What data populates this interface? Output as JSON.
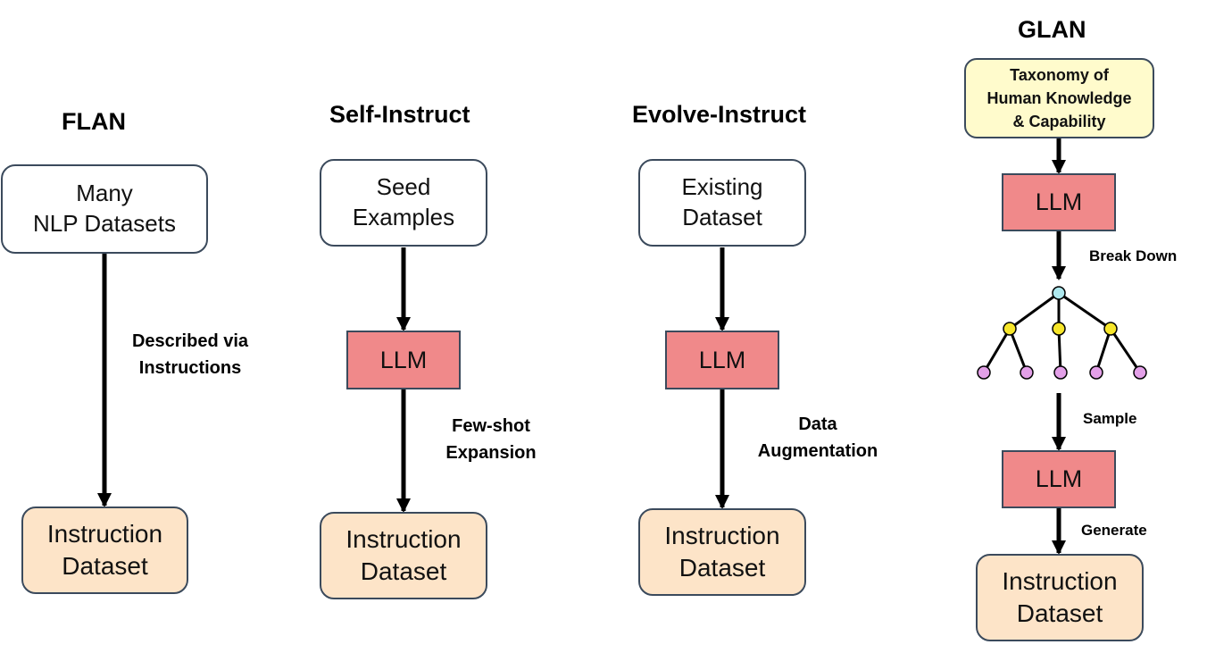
{
  "colors": {
    "line": "#000000",
    "box_border": "#3b4a5c",
    "source_fill": "#ffffff",
    "output_fill": "#fde4c8",
    "llm_fill": "#f0898a",
    "taxonomy_fill": "#fffbcc",
    "tree_root": "#aee8ee",
    "tree_mid": "#f7e62a",
    "tree_leaf": "#e3a0e8"
  },
  "flan": {
    "title": "FLAN",
    "source": [
      "Many",
      "NLP Datasets"
    ],
    "arrow_label": [
      "Described via",
      "Instructions"
    ],
    "output": [
      "Instruction",
      "Dataset"
    ]
  },
  "self_instruct": {
    "title": "Self-Instruct",
    "source": [
      "Seed",
      "Examples"
    ],
    "llm": "LLM",
    "arrow_label": [
      "Few-shot",
      "Expansion"
    ],
    "output": [
      "Instruction",
      "Dataset"
    ]
  },
  "evolve_instruct": {
    "title": "Evolve-Instruct",
    "source": [
      "Existing",
      "Dataset"
    ],
    "llm": "LLM",
    "arrow_label": [
      "Data",
      "Augmentation"
    ],
    "output": [
      "Instruction",
      "Dataset"
    ]
  },
  "glan": {
    "title": "GLAN",
    "taxonomy": [
      "Taxonomy of",
      "Human Knowledge",
      "& Capability"
    ],
    "llm_top": "LLM",
    "break_down_label": "Break Down",
    "sample_label": "Sample",
    "llm_bottom": "LLM",
    "generate_label": "Generate",
    "output": [
      "Instruction",
      "Dataset"
    ]
  }
}
